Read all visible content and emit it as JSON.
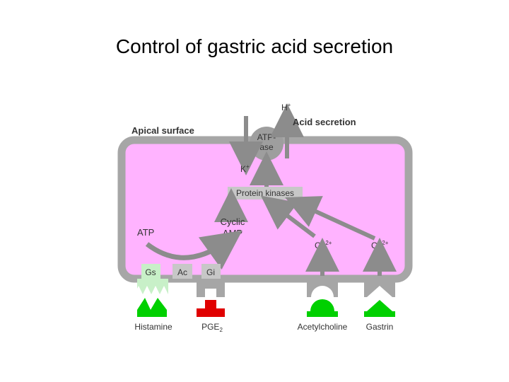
{
  "title": "Control of gastric acid secretion",
  "diagram": {
    "apical_surface": "Apical surface",
    "h_ion": "H",
    "h_sup": "+",
    "k_ion": "K",
    "k_sup": "+",
    "acid_secretion": "Acid secretion",
    "atpase_line1": "ATP-",
    "atpase_line2": "ase",
    "protein_kinases": "Protein kinases",
    "cyclic_line1": "Cyclic",
    "cyclic_line2": "AMP",
    "atp": "ATP",
    "ca_left": "Ca",
    "ca_left_sup": "2+",
    "ca_right": "Ca",
    "ca_right_sup": "2+",
    "gs": "Gs",
    "ac": "Ac",
    "gi": "Gi",
    "histamine": "Histamine",
    "pge": "PGE",
    "pge_sub": "2",
    "acetylcholine": "Acetylcholine",
    "gastrin": "Gastrin"
  },
  "colors": {
    "cell_fill": "#ffb3ff",
    "membrane": "#a6a6a6",
    "arrow": "#8c8c8c",
    "label_box": "#c7c7c7",
    "stimulant": "#00d000",
    "inhibitor": "#e00000",
    "gs_highlight": "#c8f0c8"
  }
}
